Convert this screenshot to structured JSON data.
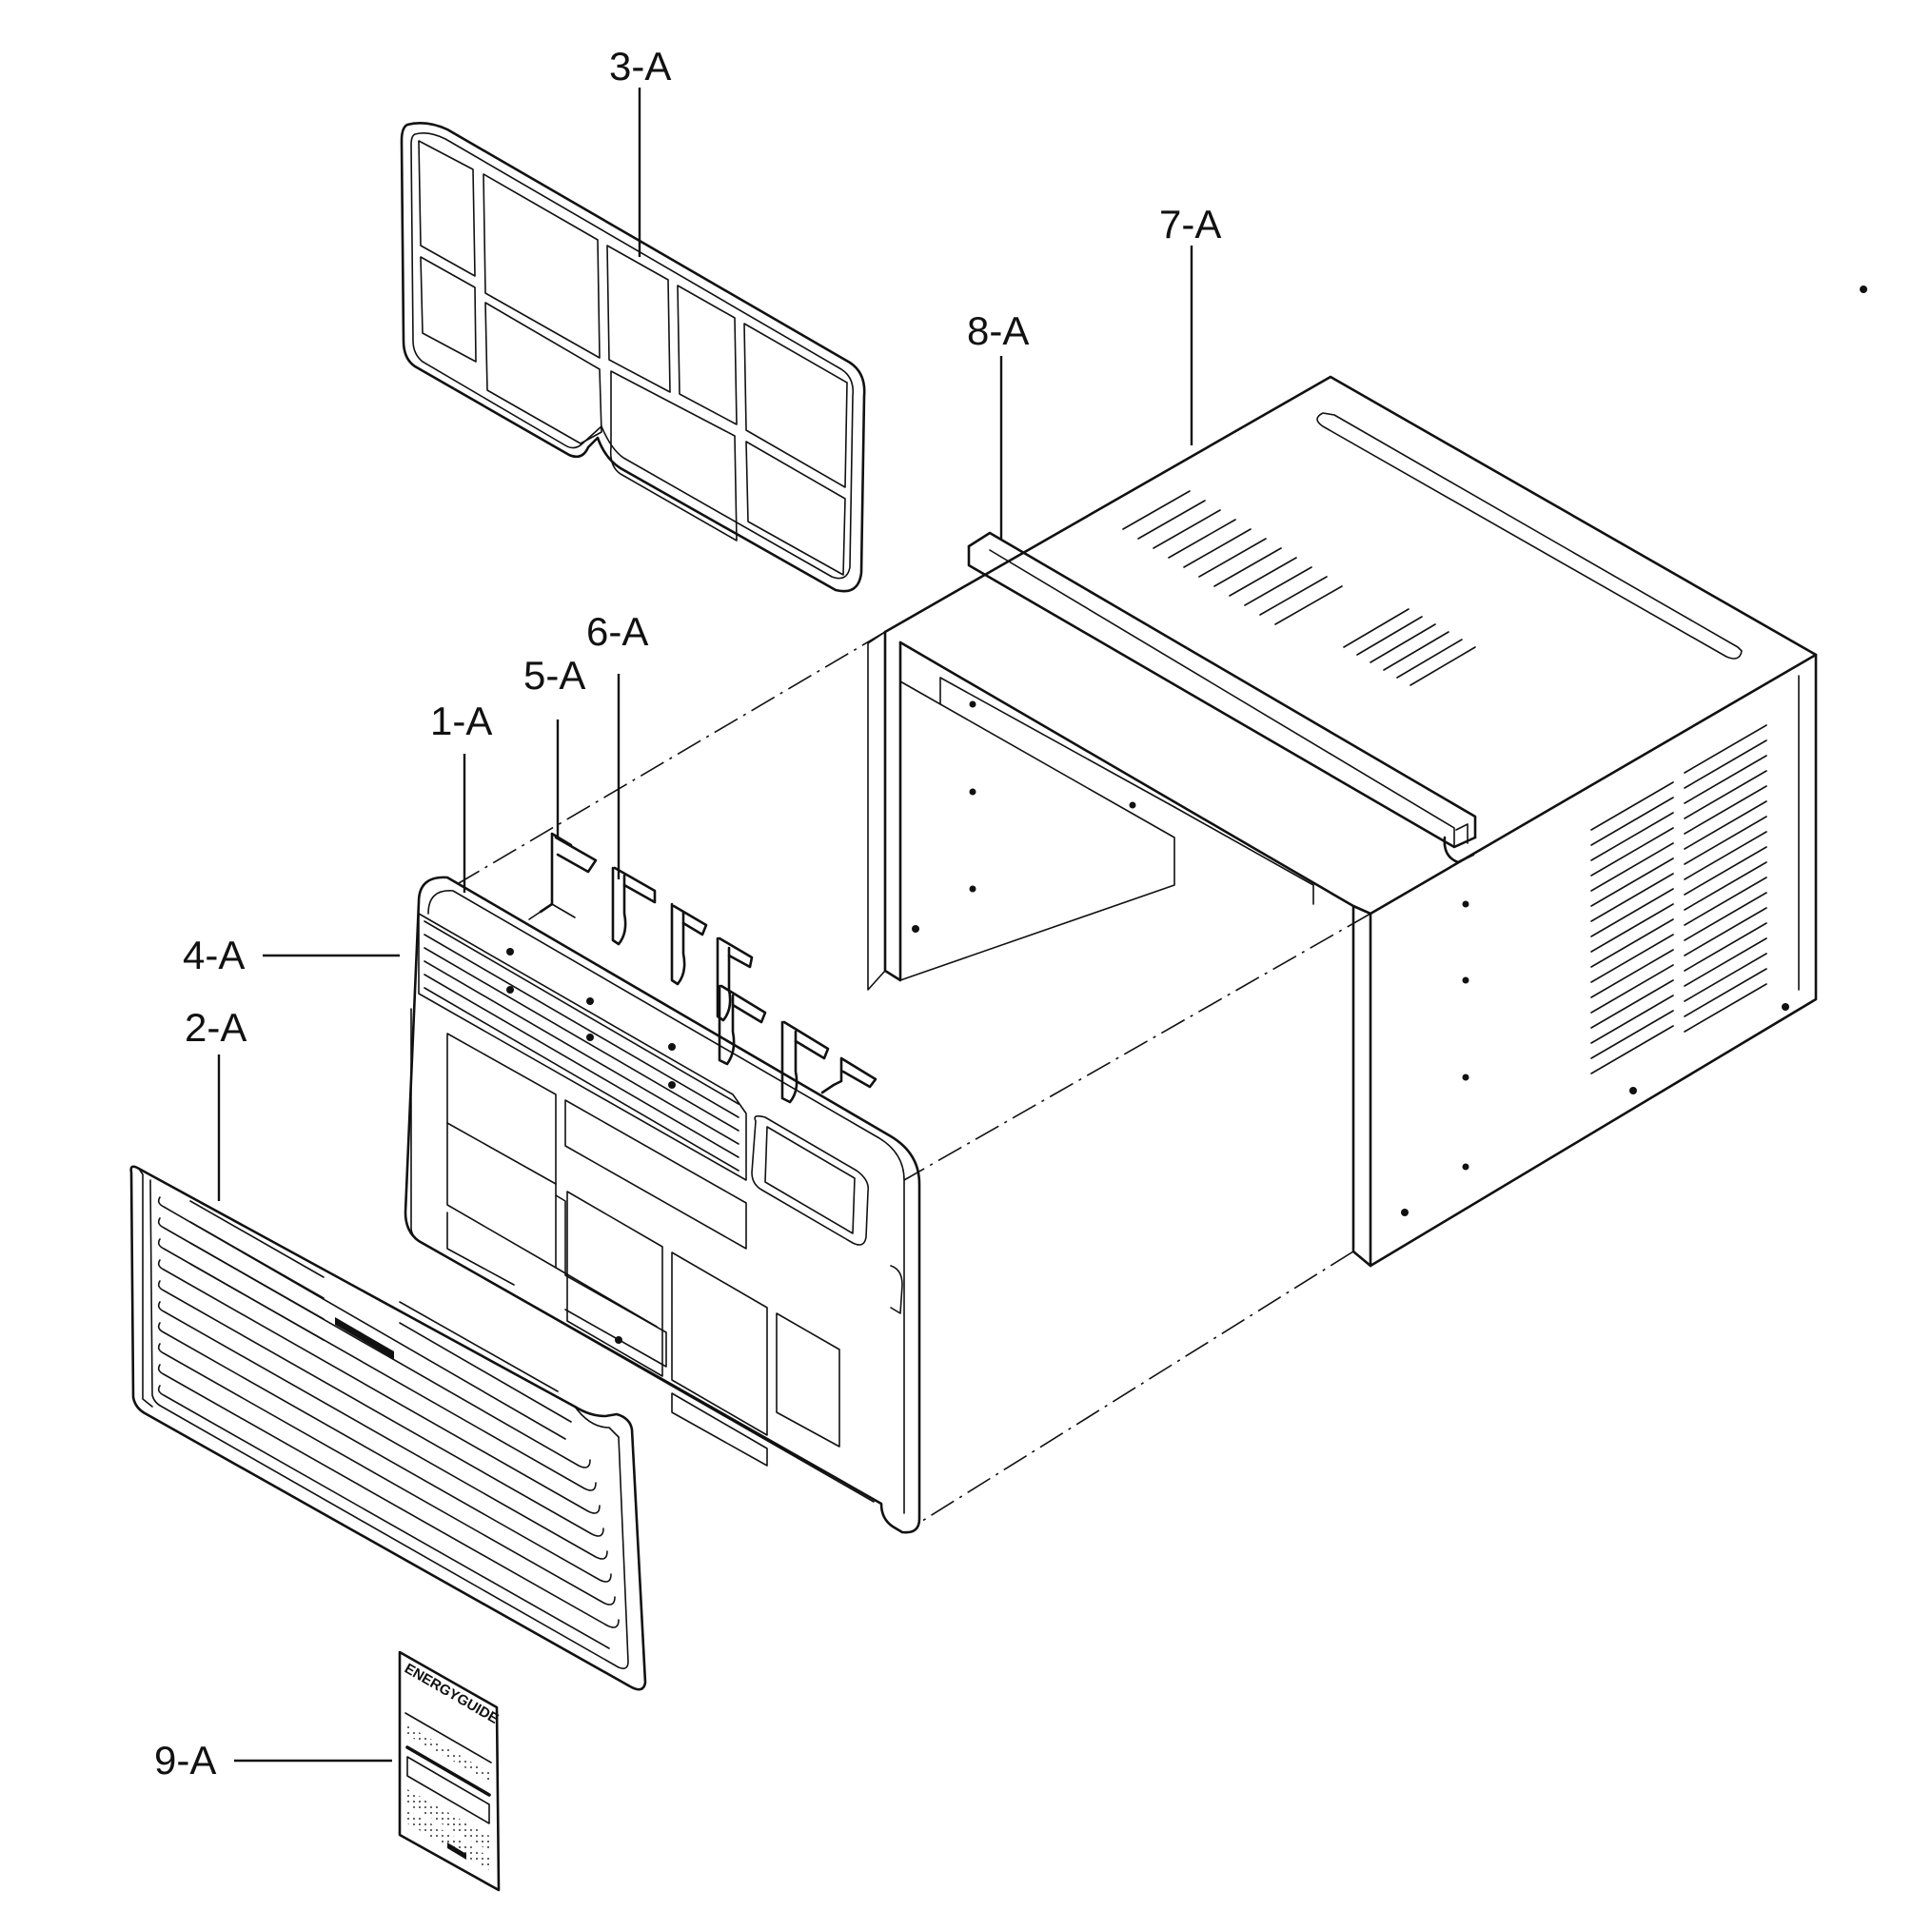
{
  "labels": {
    "p1": "1-A",
    "p2": "2-A",
    "p3": "3-A",
    "p4": "4-A",
    "p5": "5-A",
    "p6": "6-A",
    "p7": "7-A",
    "p8": "8-A",
    "p9": "9-A"
  },
  "energy_guide_text": "ENERGYGUIDE"
}
